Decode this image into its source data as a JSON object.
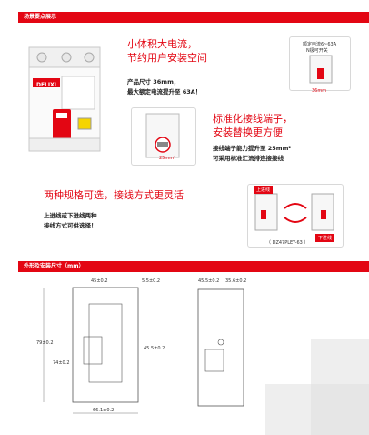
{
  "sections": {
    "features_title": "场景要点展示",
    "dimensions_title": "外形及安装尺寸（mm）"
  },
  "feature1": {
    "headline_line1": "小体积大电流，",
    "headline_line2": "节约用户安装空间",
    "body_line1": "产品尺寸 36mm，",
    "body_line2": "最大额定电流提升至 63A！",
    "spec_line1": "额定电流6~63A",
    "spec_line2": "N极可开关",
    "width_label": "36mm"
  },
  "feature2": {
    "headline_line1": "标准化接线端子，",
    "headline_line2": "安装替换更方便",
    "body_line1": "接线端子能力提升至 25mm²",
    "body_line2": "可采用标准汇流排连接接线",
    "area_label": "25mm²"
  },
  "feature3": {
    "headline": "两种规格可选，接线方式更灵活",
    "body_line1": "上进线或下进线两种",
    "body_line2": "接线方式可供选择！",
    "top_feed_label": "上进线",
    "bottom_feed_label": "下进线",
    "model_label": "（ DZ47PLEY-63 ）"
  },
  "product": {
    "brand": "DELIXI"
  },
  "drawing": {
    "front_top_left": "45±0.2",
    "front_top_right": "5.5±0.2",
    "front_height": "79±0.2",
    "front_inner": "45.5±0.2",
    "front_depth": "74±0.2",
    "front_bottom": "66.1±0.2",
    "side_top_left": "45.5±0.2",
    "side_top_right": "35.6±0.2"
  }
}
